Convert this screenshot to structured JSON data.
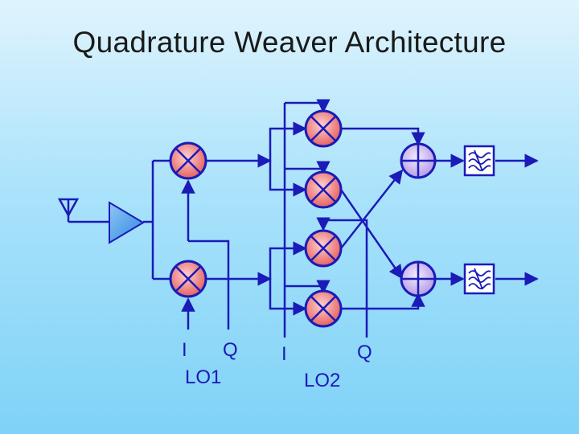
{
  "title": "Quadrature Weaver Architecture",
  "labels": {
    "lo1_i": "I",
    "lo1_q": "Q",
    "lo1": "LO1",
    "lo2_i": "I",
    "lo2_q": "Q",
    "lo2": "LO2"
  },
  "colors": {
    "wire": "#1b1bb8",
    "mixer_fill": "#ef7b7b",
    "adder_fill": "#c6b0ee",
    "amp_fill": "#3d93e8",
    "filter_fill": "#ffffff"
  }
}
